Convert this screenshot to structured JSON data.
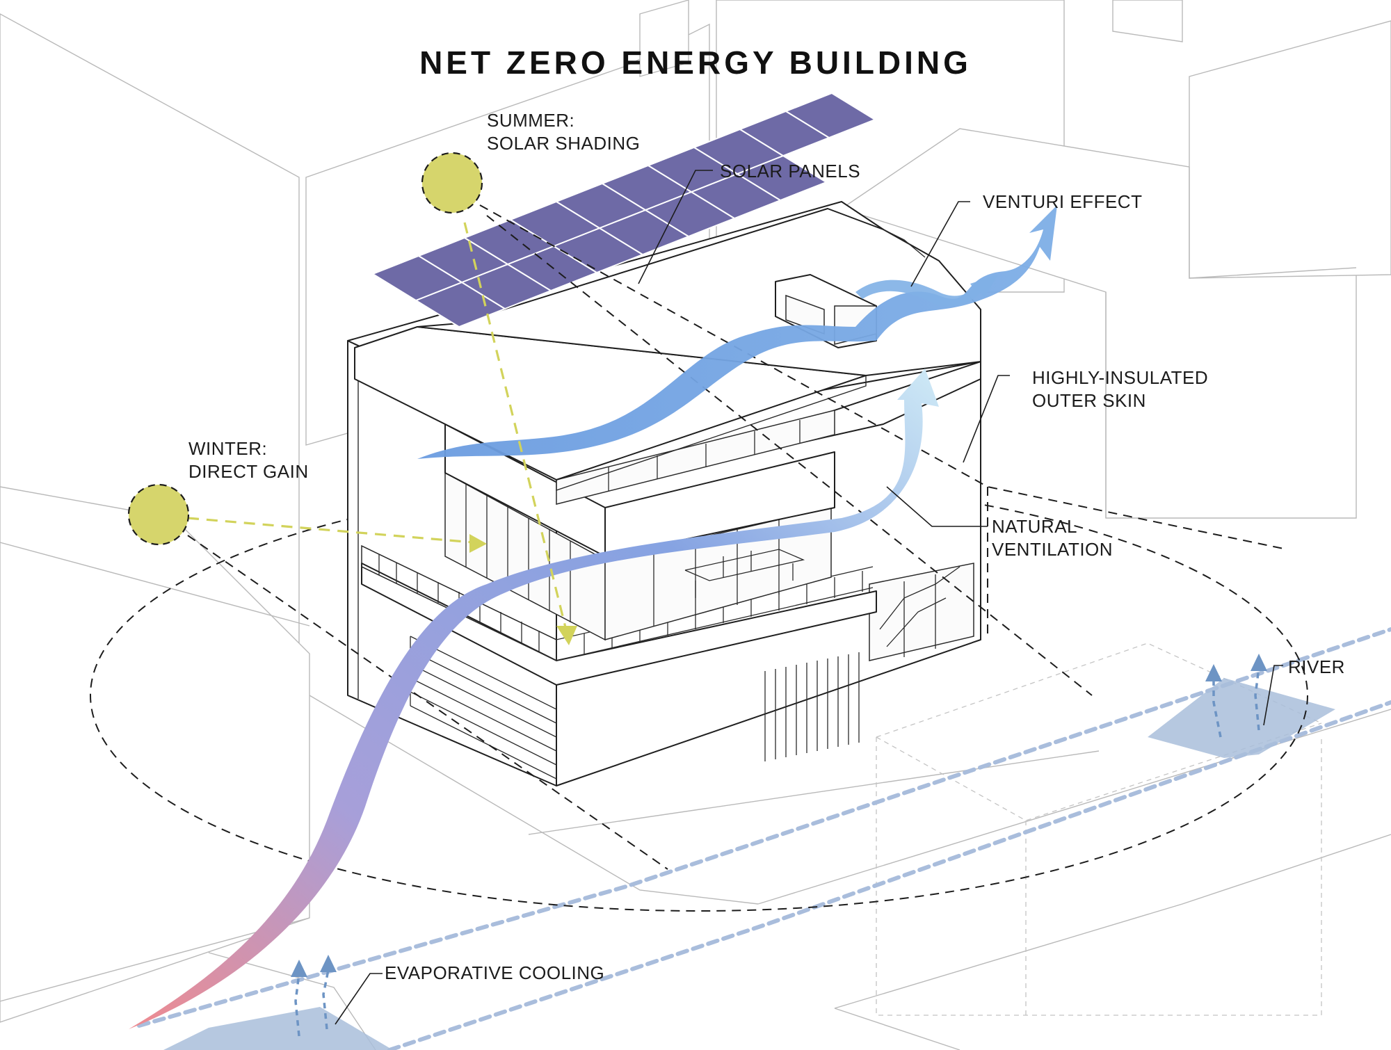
{
  "title": "NET ZERO ENERGY BUILDING",
  "labels": {
    "summer_line1": "SUMMER:",
    "summer_line2": "SOLAR SHADING",
    "solar_panels": "SOLAR PANELS",
    "venturi": "VENTURI EFFECT",
    "insulated_line1": "HIGHLY-INSULATED",
    "insulated_line2": "OUTER SKIN",
    "winter_line1": "WINTER:",
    "winter_line2": "DIRECT GAIN",
    "natural_line1": "NATURAL",
    "natural_line2": "VENTILATION",
    "river": "RIVER",
    "evaporative": "EVAPORATIVE COOLING"
  },
  "colors": {
    "sun_fill": "#d6d56c",
    "panel_fill": "#6e6aa6",
    "airflow_main": "#7fb0e6",
    "airflow_warm": "#e1858f",
    "airflow_cool": "#8f9fdc",
    "water": "#a9bedb"
  },
  "icons": {
    "summer_sun": "sun-icon",
    "winter_sun": "sun-icon",
    "airflow": "arrow-icon"
  }
}
